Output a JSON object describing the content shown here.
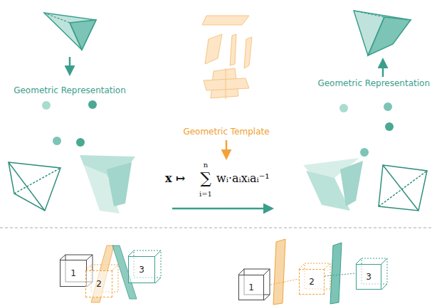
{
  "diagram": {
    "nodes": [
      {
        "text": [
          "1"
        ]
      },
      {
        "text": [
          "2"
        ]
      },
      {
        "text": [
          "3"
        ]
      },
      {
        "text": [
          "1"
        ]
      },
      {
        "text": [
          "2"
        ]
      },
      {
        "text": [
          "3"
        ]
      }
    ],
    "labels": [
      "Geometric Representation",
      "Geometric Template",
      "Geometric Representation",
      "x ↦",
      "n",
      "∑",
      "i=1",
      "wᵢ·aᵢxᵢaᵢ⁻¹"
    ]
  }
}
